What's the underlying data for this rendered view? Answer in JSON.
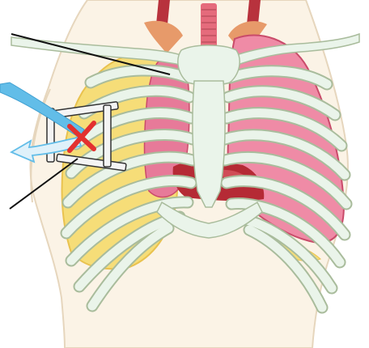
{
  "figure": {
    "subject": "thorax-anatomy",
    "view": "anterior",
    "colors": {
      "skin": "#fbf3e6",
      "skin_outline": "#e6d6bd",
      "bone": "#eaf4ea",
      "bone_outline": "#a9bc9c",
      "collapsed_lung": "#f6dd78",
      "collapsed_lung_edge": "#e9c24f",
      "lung_right": "#e77a99",
      "lung_left": "#ef8ba6",
      "lung_edge": "#c94b6a",
      "vessel_dark": "#b8323d",
      "vessel_orange": "#e79a6a",
      "heart_dark": "#b52a35",
      "trachea": "#e56b7c",
      "arrow_blue": "#62bde8",
      "arrow_light": "#dff1fa",
      "cross": "#e3302f",
      "pointer": "#111111"
    },
    "icons": {
      "air_in": "arrow-in",
      "air_out": "arrow-out",
      "blocked": "x-mark"
    }
  }
}
